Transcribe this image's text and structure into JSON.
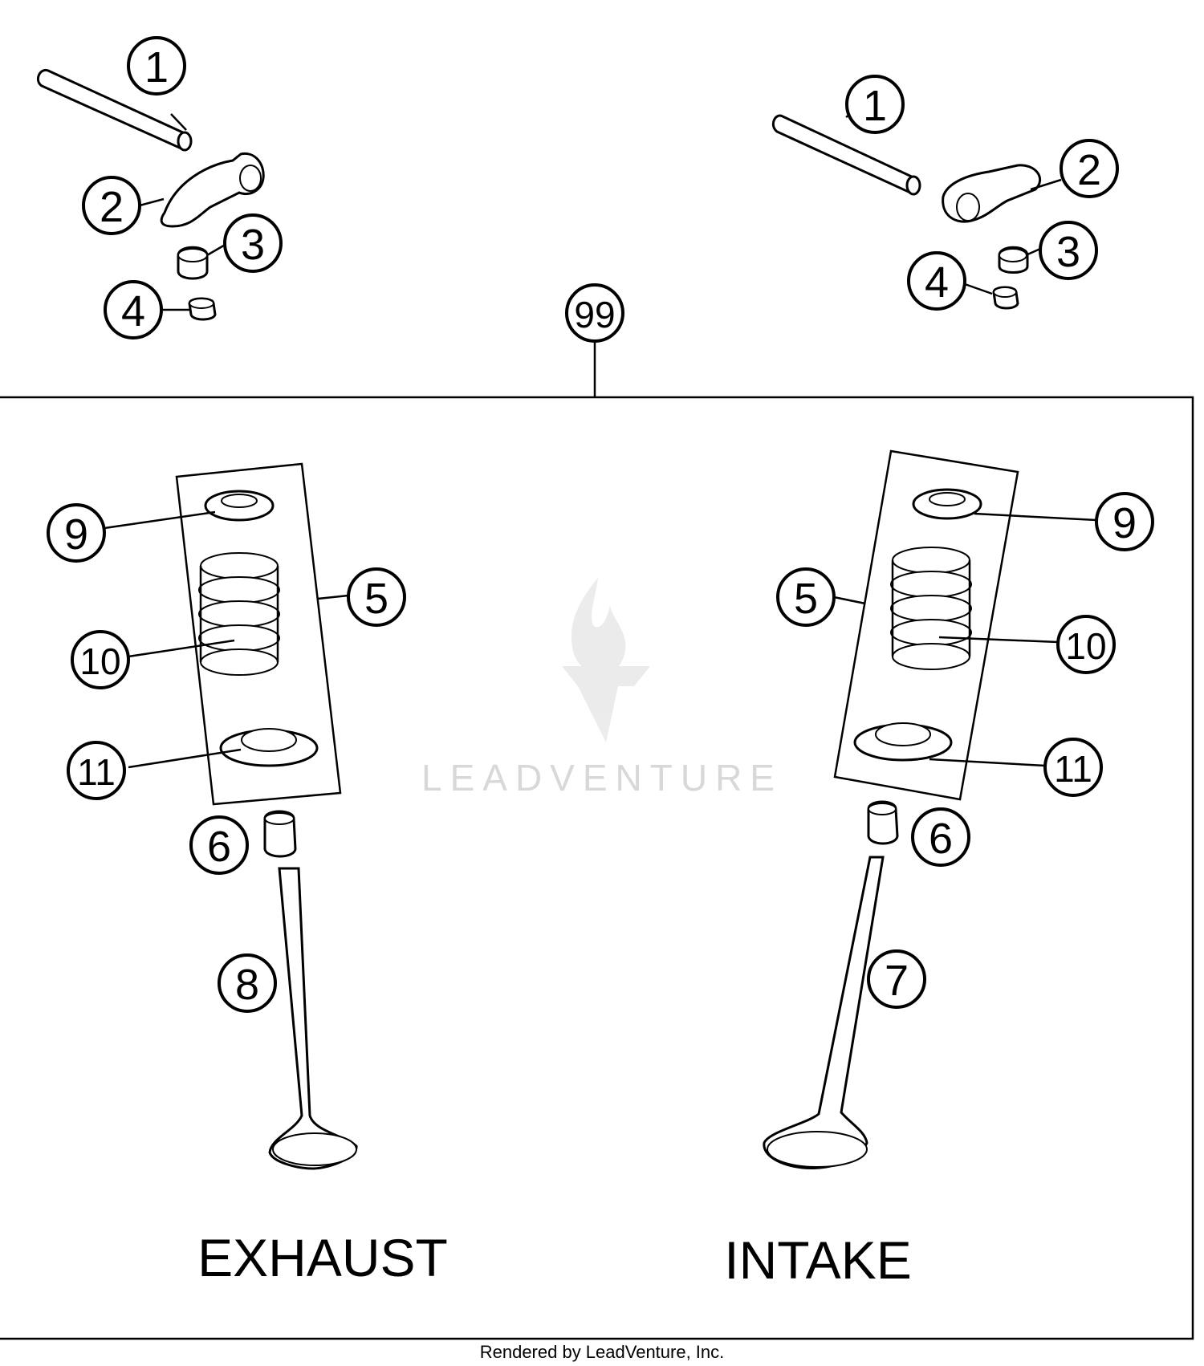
{
  "diagram": {
    "labels": {
      "exhaust": "EXHAUST",
      "intake": "INTAKE"
    },
    "watermark": "LEADVENTURE",
    "footer": "Rendered by LeadVenture, Inc.",
    "callouts": {
      "c1": "1",
      "c2": "2",
      "c3": "3",
      "c4": "4",
      "c5": "5",
      "c6": "6",
      "c7": "7",
      "c8": "8",
      "c9": "9",
      "c10": "10",
      "c11": "11",
      "c99": "99"
    }
  }
}
